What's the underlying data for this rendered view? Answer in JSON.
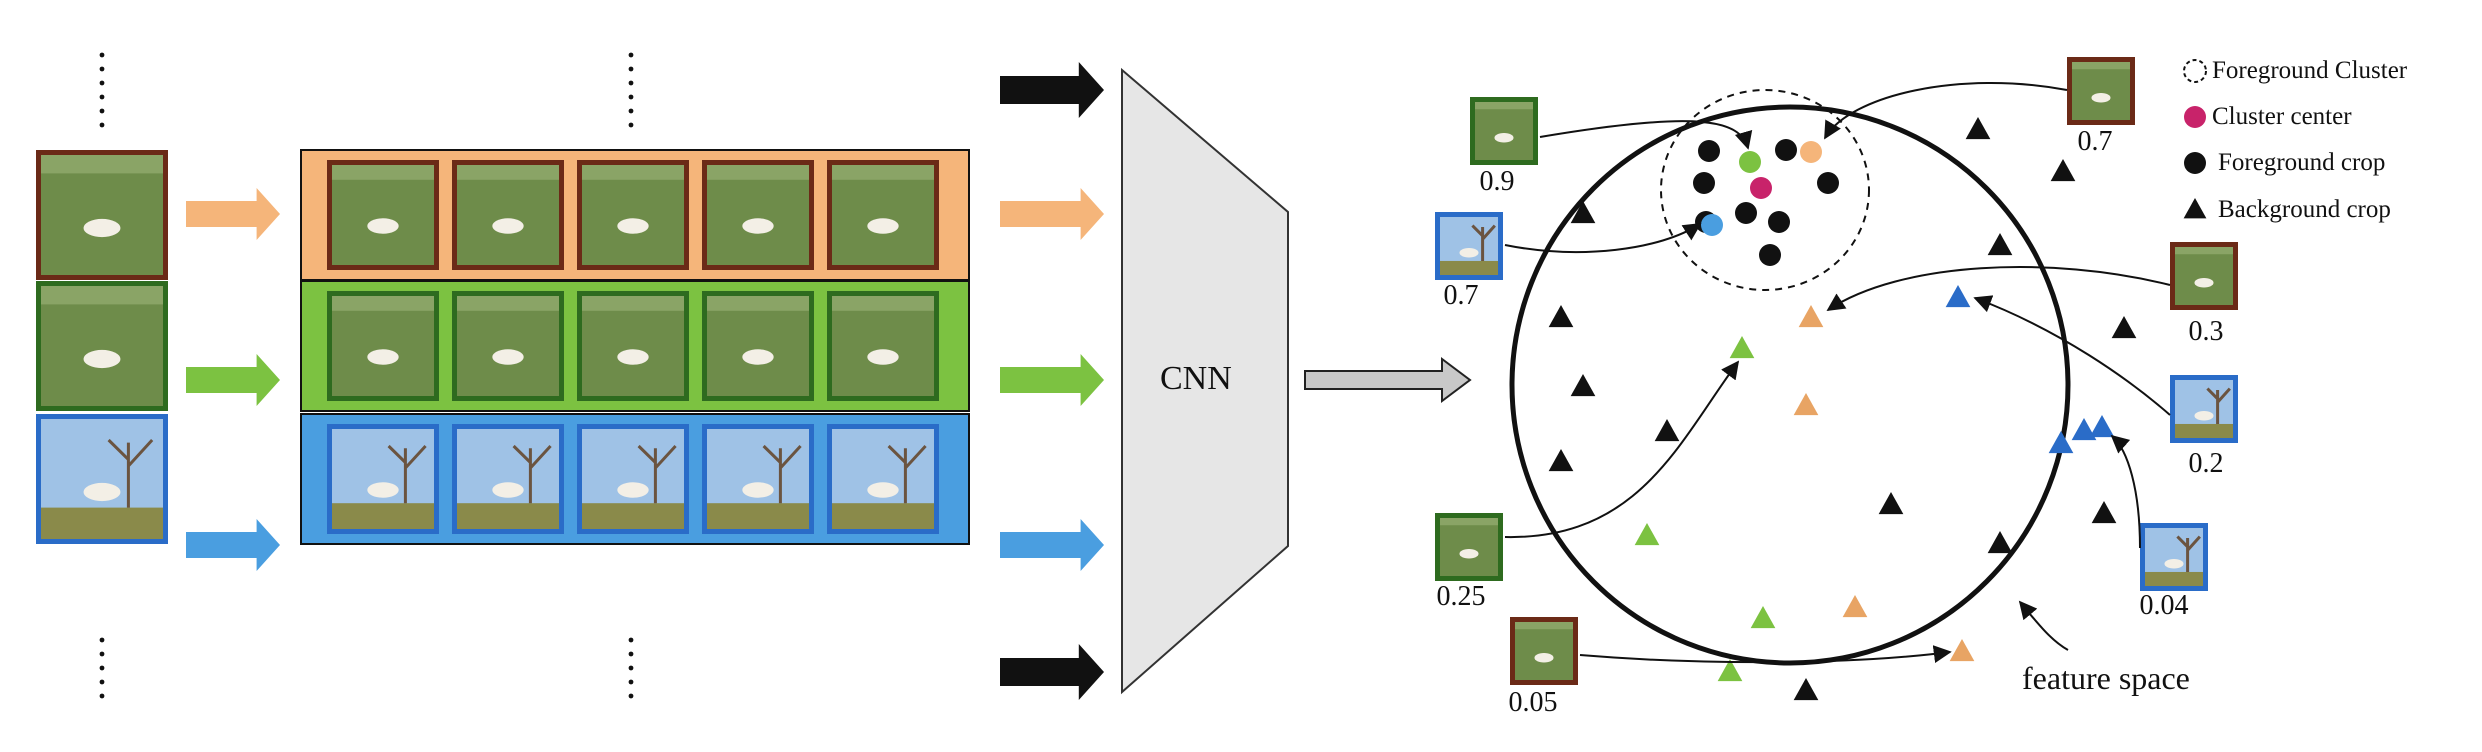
{
  "colors": {
    "orange": "#f5b57a",
    "orange_dark": "#e8a464",
    "green": "#7cc241",
    "green_dark": "#2e6b1f",
    "blue": "#4a9ee0",
    "blue_dark": "#2a6cc8",
    "brown": "#6b2a17",
    "cluster_center": "#c8236a",
    "cnn_fill": "#e6e6e6",
    "grass": "#6e8c4a",
    "sky": "#9fc2e6"
  },
  "pipeline": {
    "cnn_label": "CNN",
    "rows": [
      {
        "name": "row-orange",
        "color_key": "orange",
        "frame_key": "brown",
        "crops": 5
      },
      {
        "name": "row-green",
        "color_key": "green",
        "frame_key": "green_dark",
        "crops": 5
      },
      {
        "name": "row-blue",
        "color_key": "blue",
        "frame_key": "blue_dark",
        "crops": 5
      }
    ]
  },
  "legend": {
    "items": [
      {
        "symbol": "dashed-circle",
        "label": "Foreground Cluster"
      },
      {
        "symbol": "magenta-dot",
        "label": "Cluster center"
      },
      {
        "symbol": "black-dot",
        "label": "Foreground crop"
      },
      {
        "symbol": "black-triangle",
        "label": "Background crop"
      }
    ]
  },
  "feature_space": {
    "label": "feature space",
    "scores": [
      {
        "value": "0.9",
        "frame_key": "green_dark"
      },
      {
        "value": "0.7",
        "frame_key": "blue_dark"
      },
      {
        "value": "0.25",
        "frame_key": "green_dark"
      },
      {
        "value": "0.05",
        "frame_key": "brown"
      },
      {
        "value": "0.7",
        "frame_key": "brown"
      },
      {
        "value": "0.3",
        "frame_key": "brown"
      },
      {
        "value": "0.2",
        "frame_key": "blue_dark"
      },
      {
        "value": "0.04",
        "frame_key": "blue_dark"
      }
    ]
  }
}
